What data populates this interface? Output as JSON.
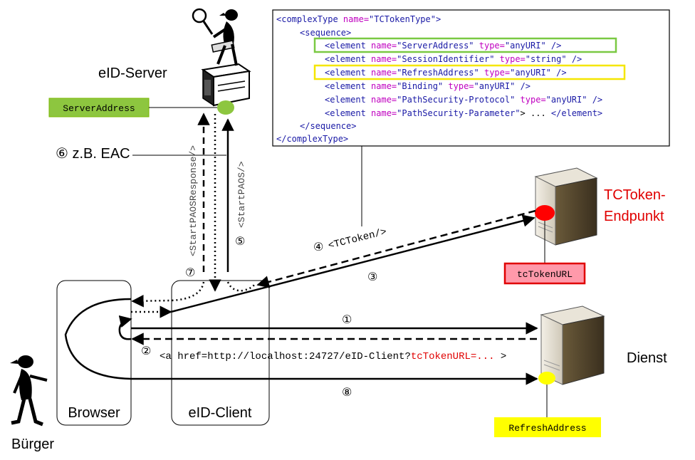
{
  "colors": {
    "green": "#8dc63f",
    "green_border": "#7ab800",
    "yellow": "#ffff00",
    "red": "#ff0000",
    "red_label_bg": "#ff99aa",
    "red_label_border": "#e00000",
    "red_text": "#e00000"
  },
  "labels": {
    "eid_server": "eID-Server",
    "tctoken_endpoint_line1": "TCToken-",
    "tctoken_endpoint_line2": "Endpunkt",
    "dienst": "Dienst",
    "buerger": "Bürger",
    "browser": "Browser",
    "eid_client": "eID-Client",
    "eac": "⑥ z.B. EAC"
  },
  "tags": {
    "server_address": "ServerAddress",
    "tctoken_url": "tcTokenURL",
    "refresh_address": "RefreshAddress"
  },
  "messages": {
    "start_paos_response": "<StartPAOSResponse/>",
    "start_paos": "<StartPAOS/>",
    "tctoken": "<TCToken/>",
    "href_prefix": "<a href=http://localhost:24727/eID-Client?",
    "href_param": "tcTokenURL=...",
    "href_suffix": " >"
  },
  "steps": {
    "s1": "①",
    "s2": "②",
    "s3": "③",
    "s4": "④",
    "s5": "⑤",
    "s7": "⑦",
    "s8": "⑧"
  },
  "xml": {
    "l1": {
      "a": "<complexType ",
      "b": "name=",
      "c": "\"TCTokenType\"",
      "d": ">"
    },
    "l2": {
      "a": "<sequence>"
    },
    "l3": {
      "a": "<element ",
      "b": "name=",
      "c": "\"ServerAddress\" ",
      "d": "type=",
      "e": "\"anyURI\" ",
      "f": "/>"
    },
    "l4": {
      "a": "<element ",
      "b": "name=",
      "c": "\"SessionIdentifier\" ",
      "d": "type=",
      "e": "\"string\" ",
      "f": "/>"
    },
    "l5": {
      "a": "<element ",
      "b": "name=",
      "c": "\"RefreshAddress\" ",
      "d": "type=",
      "e": "\"anyURI\" ",
      "f": "/>"
    },
    "l6": {
      "a": "<element ",
      "b": "name=",
      "c": "\"Binding\" ",
      "d": "type=",
      "e": "\"anyURI\" ",
      "f": "/>"
    },
    "l7": {
      "a": "<element ",
      "b": "name=",
      "c": "\"PathSecurity-Protocol\" ",
      "d": "type=",
      "e": "\"anyURI\" ",
      "f": "/>"
    },
    "l8": {
      "a": "<element ",
      "b": "name=",
      "c": "\"PathSecurity-Parameter\"",
      "d": "> ... ",
      "e": "</element>"
    },
    "l9": {
      "a": "</sequence>"
    },
    "l10": {
      "a": "</complexType>"
    }
  }
}
